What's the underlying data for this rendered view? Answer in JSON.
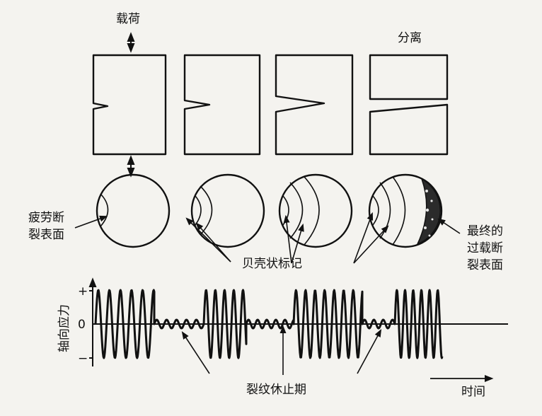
{
  "labels": {
    "load": "载荷",
    "separation": "分离",
    "fatigue_surface_1": "疲劳断",
    "fatigue_surface_2": "裂表面",
    "beach_marks": "贝壳状标记",
    "final_overload_1": "最终的",
    "final_overload_2": "过载断",
    "final_overload_3": "裂表面",
    "crack_arrest": "裂纹休止期",
    "time": "时间"
  },
  "axis": {
    "ylabel": "轴向应力",
    "tick_plus": "+",
    "tick_zero": "0",
    "tick_minus": "−"
  }
}
